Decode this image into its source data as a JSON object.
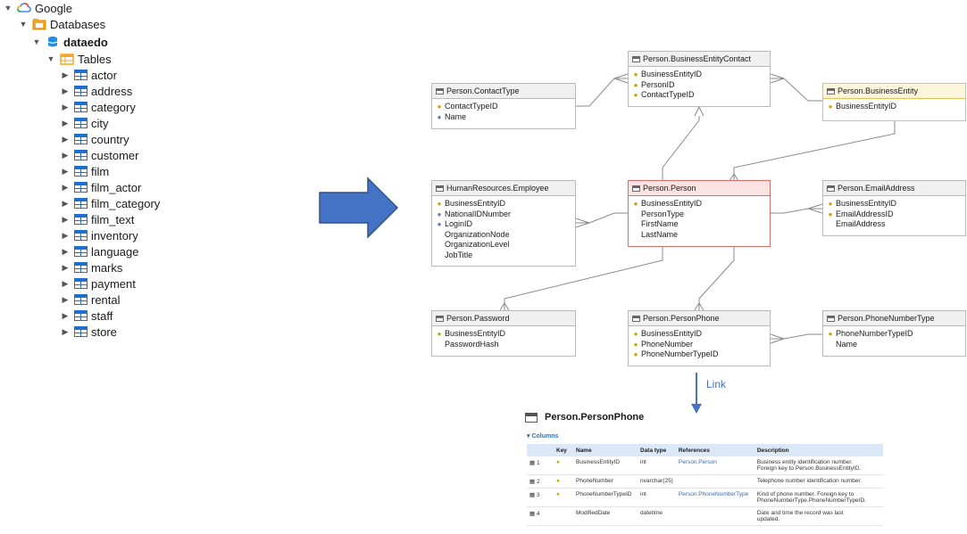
{
  "tree": {
    "root": "Google",
    "databases": "Databases",
    "db": "dataedo",
    "tables": "Tables",
    "items": [
      "actor",
      "address",
      "category",
      "city",
      "country",
      "customer",
      "film",
      "film_actor",
      "film_category",
      "film_text",
      "inventory",
      "language",
      "marks",
      "payment",
      "rental",
      "staff",
      "store"
    ]
  },
  "erd": {
    "contacttype": {
      "title": "Person.ContactType",
      "cols": [
        "ContactTypeID",
        "Name"
      ]
    },
    "bec": {
      "title": "Person.BusinessEntityContact",
      "cols": [
        "BusinessEntityID",
        "PersonID",
        "ContactTypeID"
      ]
    },
    "be": {
      "title": "Person.BusinessEntity",
      "cols": [
        "BusinessEntityID"
      ]
    },
    "employee": {
      "title": "HumanResources.Employee",
      "cols": [
        "BusinessEntityID",
        "NationalIDNumber",
        "LoginID",
        "OrganizationNode",
        "OrganizationLevel",
        "JobTitle"
      ]
    },
    "person": {
      "title": "Person.Person",
      "cols": [
        "BusinessEntityID",
        "PersonType",
        "FirstName",
        "LastName"
      ]
    },
    "email": {
      "title": "Person.EmailAddress",
      "cols": [
        "BusinessEntityID",
        "EmailAddressID",
        "EmailAddress"
      ]
    },
    "password": {
      "title": "Person.Password",
      "cols": [
        "BusinessEntityID",
        "PasswordHash"
      ]
    },
    "phone": {
      "title": "Person.PersonPhone",
      "cols": [
        "BusinessEntityID",
        "PhoneNumber",
        "PhoneNumberTypeID"
      ]
    },
    "phonetype": {
      "title": "Person.PhoneNumberType",
      "cols": [
        "PhoneNumberTypeID",
        "Name"
      ]
    }
  },
  "link_label": "Link",
  "doc": {
    "title": "Person.PersonPhone",
    "section": "Columns",
    "headers": [
      "Key",
      "Name",
      "Data type",
      "References",
      "Description"
    ],
    "rows": [
      {
        "n": "1",
        "name": "BusinessEntityID",
        "type": "int",
        "ref": "Person.Person",
        "desc1": "Business entity identification number.",
        "desc2": "Foreign key to Person.BusinessEntityID."
      },
      {
        "n": "2",
        "name": "PhoneNumber",
        "type": "nvarchar(25)",
        "ref": "",
        "desc1": "Telephone number identification number.",
        "desc2": ""
      },
      {
        "n": "3",
        "name": "PhoneNumberTypeID",
        "type": "int",
        "ref": "Person.PhoneNumberType",
        "desc1": "Kind of phone number. Foreign key to",
        "desc2": "PhoneNumberType.PhoneNumberTypeID."
      },
      {
        "n": "4",
        "name": "ModifiedDate",
        "type": "datetime",
        "ref": "",
        "desc1": "Date and time the record was last",
        "desc2": "updated."
      }
    ]
  },
  "colors": {
    "arrow": "#4472c4",
    "accent": "#1f6fd0",
    "key": "#c9a200"
  }
}
